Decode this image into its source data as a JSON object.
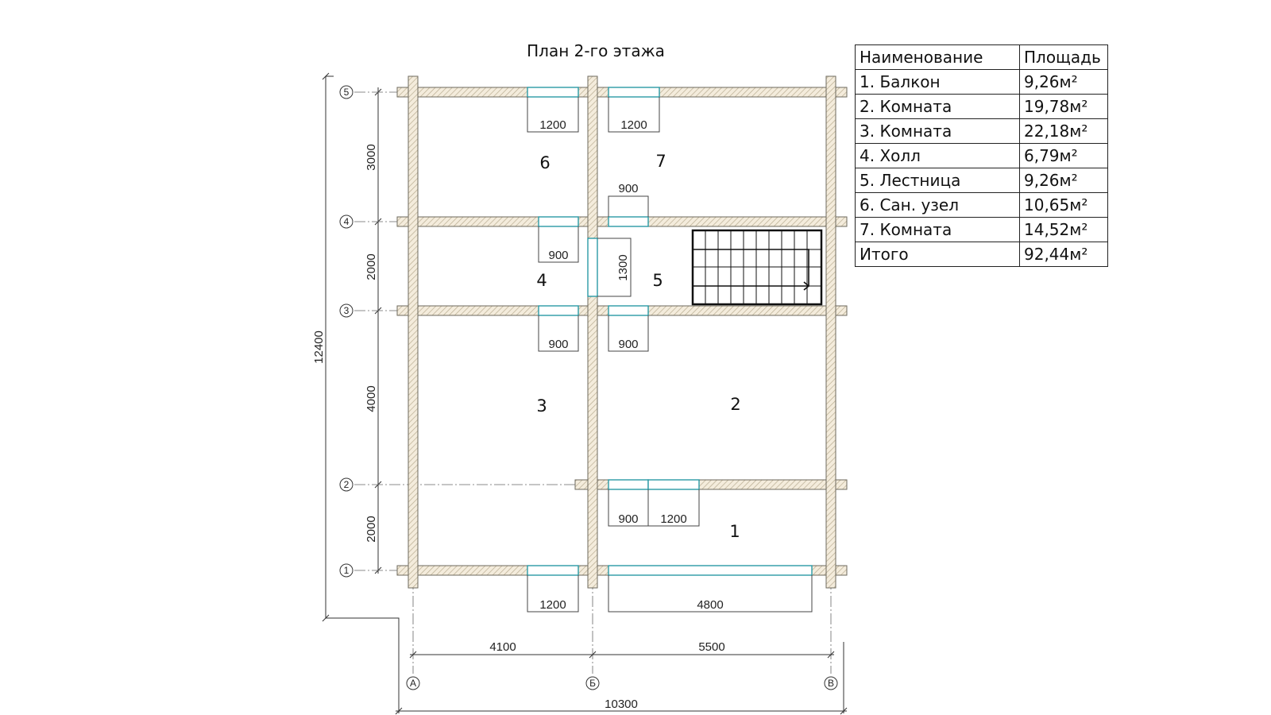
{
  "title": "План 2-го этажа",
  "table": {
    "header": {
      "name": "Наименование",
      "area": "Площадь"
    },
    "rows": [
      {
        "name": "1. Балкон",
        "area": "9,26м²"
      },
      {
        "name": "2. Комната",
        "area": "19,78м²"
      },
      {
        "name": "3. Комната",
        "area": "22,18м²"
      },
      {
        "name": "4. Холл",
        "area": "6,79м²"
      },
      {
        "name": "5. Лестница",
        "area": "9,26м²"
      },
      {
        "name": "6. Сан. узел",
        "area": "10,65м²"
      },
      {
        "name": "7. Комната",
        "area": "14,52м²"
      }
    ],
    "total": {
      "name": "Итого",
      "area": "92,44м²"
    }
  },
  "rooms": [
    "1",
    "2",
    "3",
    "4",
    "5",
    "6",
    "7"
  ],
  "axes": {
    "rows": [
      "1",
      "2",
      "3",
      "4",
      "5"
    ],
    "cols": [
      "А",
      "Б",
      "В"
    ]
  },
  "dimensions": {
    "total_height": "12400",
    "total_width": "10300",
    "col_spans": [
      "4100",
      "5500"
    ],
    "row_spans": [
      "2000",
      "4000",
      "2000",
      "3000"
    ],
    "openings": [
      "1200",
      "1200",
      "900",
      "900",
      "1300",
      "900",
      "900",
      "900",
      "1200",
      "1200",
      "4800"
    ]
  },
  "colors": {
    "wall_fill": "#f3ead8",
    "wall_stroke": "#6e6a5e",
    "opening": "#2a9aa6",
    "line": "#333333"
  }
}
